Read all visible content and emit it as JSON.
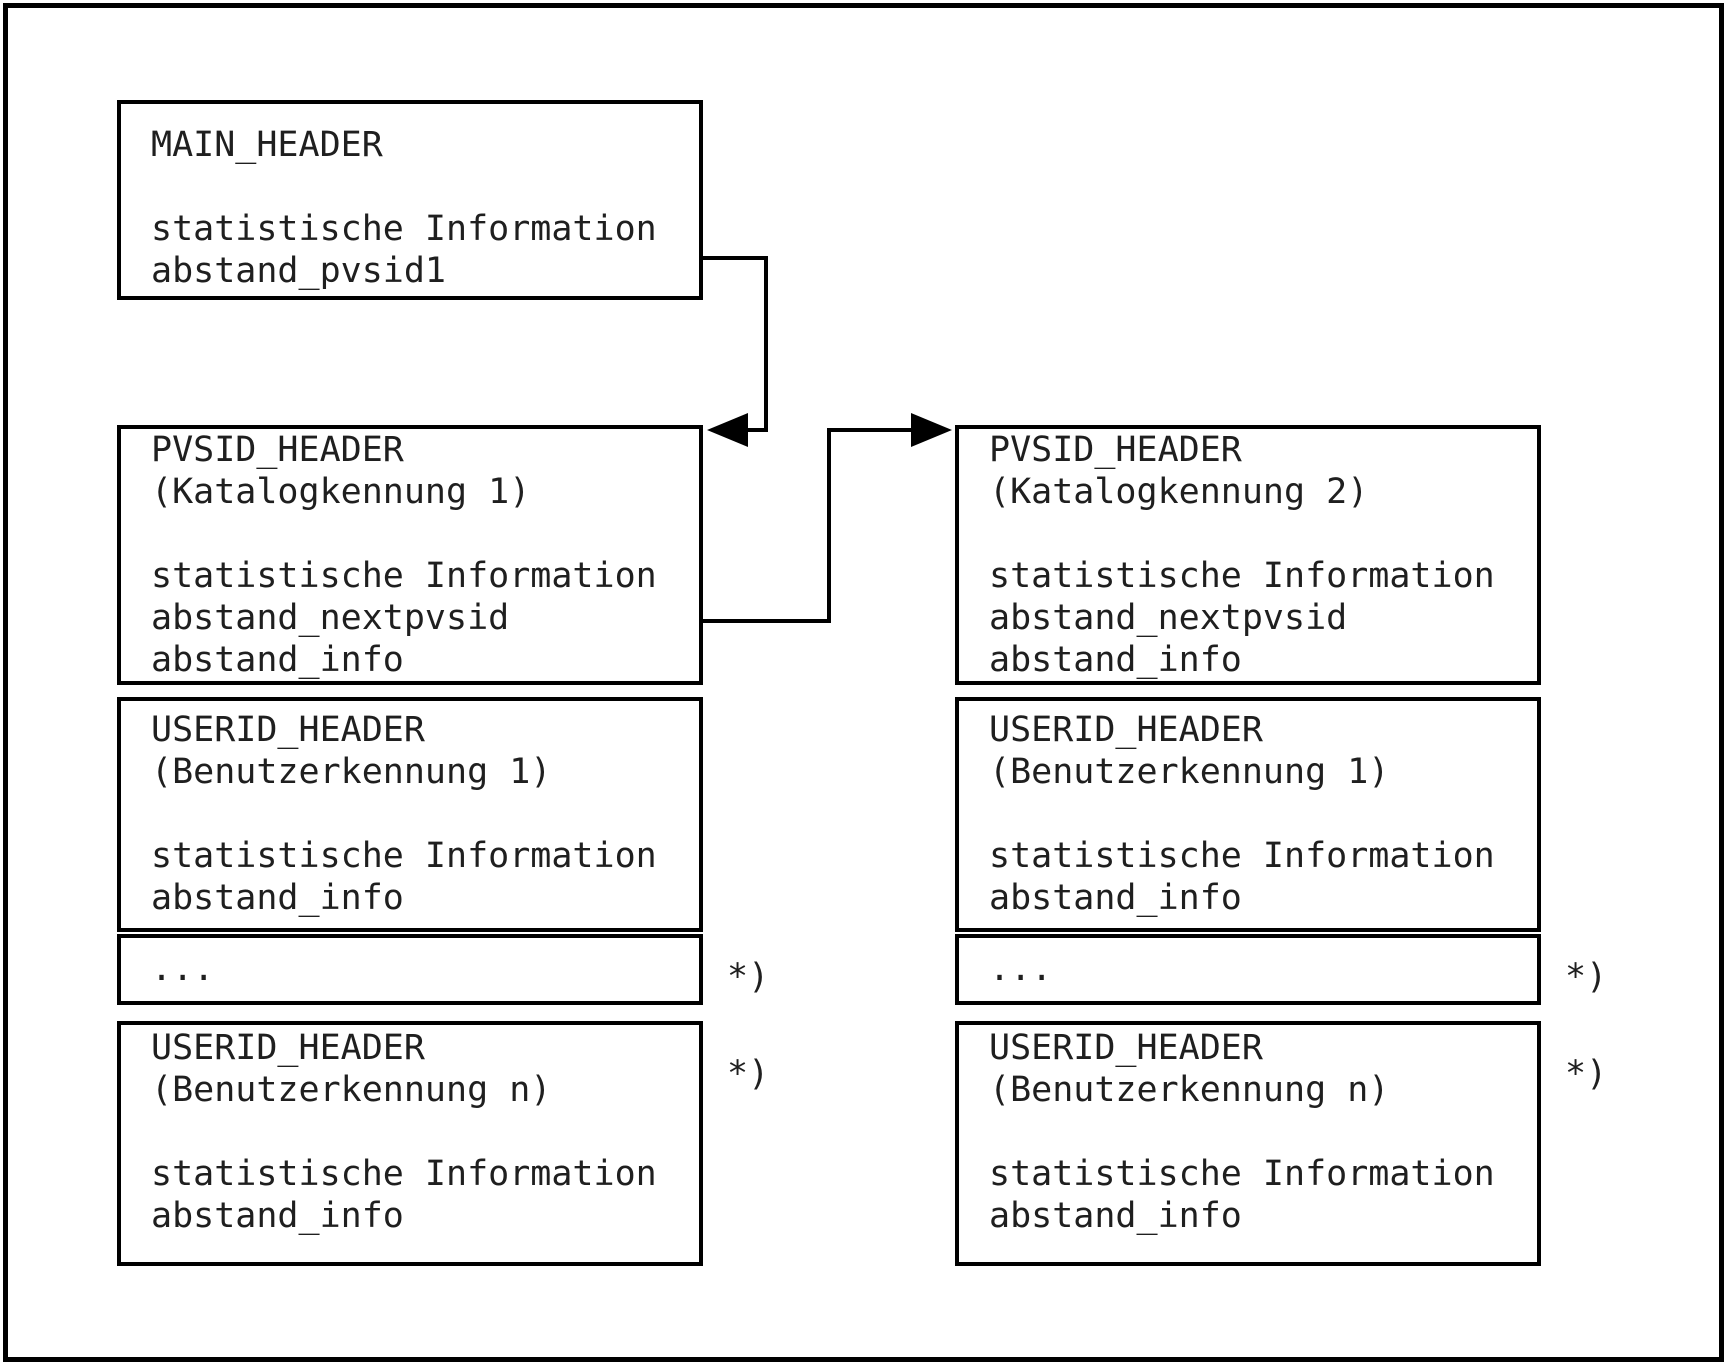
{
  "diagram": {
    "main_box": {
      "lines": [
        "MAIN_HEADER",
        "",
        "statistische Information",
        "abstand_pvsid1"
      ]
    },
    "left_column": {
      "pvsid_box": {
        "lines": [
          "PVSID_HEADER",
          "(Katalogkennung 1)",
          "",
          "statistische Information",
          "abstand_nextpvsid",
          "abstand_info"
        ]
      },
      "userid_first_box": {
        "lines": [
          "USERID_HEADER",
          "(Benutzerkennung 1)",
          "",
          "statistische Information",
          "abstand_info"
        ]
      },
      "ellipsis_box": {
        "lines": [
          "..."
        ]
      },
      "userid_last_box": {
        "lines": [
          "USERID_HEADER",
          "(Benutzerkennung n)",
          "",
          "statistische Information",
          "abstand_info"
        ]
      },
      "ellipsis_footnote": "*)",
      "userid_footnote": "*)"
    },
    "right_column": {
      "pvsid_box": {
        "lines": [
          "PVSID_HEADER",
          "(Katalogkennung 2)",
          "",
          "statistische Information",
          "abstand_nextpvsid",
          "abstand_info"
        ]
      },
      "userid_first_box": {
        "lines": [
          "USERID_HEADER",
          "(Benutzerkennung 1)",
          "",
          "statistische Information",
          "abstand_info"
        ]
      },
      "ellipsis_box": {
        "lines": [
          "..."
        ]
      },
      "userid_last_box": {
        "lines": [
          "USERID_HEADER",
          "(Benutzerkennung n)",
          "",
          "statistische Information",
          "abstand_info"
        ]
      },
      "ellipsis_footnote": "*)",
      "userid_footnote": "*)"
    },
    "connectors": {
      "main_to_pvsid1": "arrow-left-into-pvsid1",
      "pvsid1_to_pvsid2": "arrow-right-into-pvsid2"
    },
    "colors": {
      "line": "#000000",
      "text": "#1f1f1f",
      "background": "#ffffff"
    }
  }
}
